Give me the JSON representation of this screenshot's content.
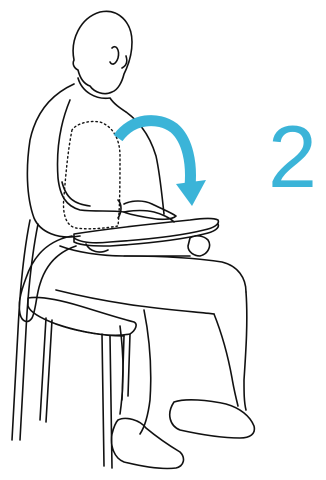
{
  "step": {
    "number": "2"
  },
  "colors": {
    "line": "#111111",
    "accent": "#3bb4d8",
    "background": "#ffffff"
  },
  "icons": {
    "arrow": "curved-down-arrow",
    "person": "seated-person-illustration"
  }
}
